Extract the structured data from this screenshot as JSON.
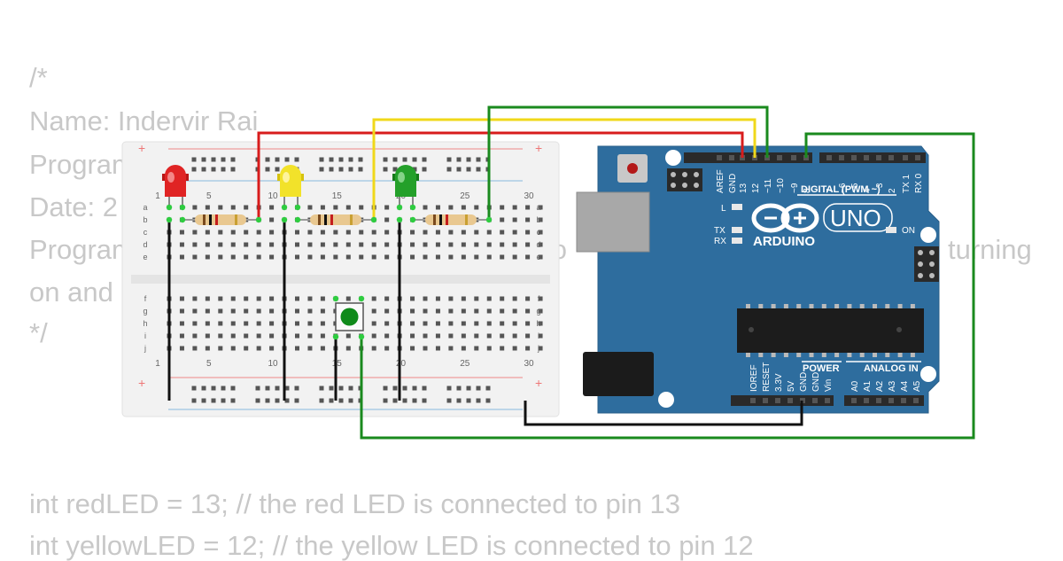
{
  "code_lines": [
    "/*",
    "Name: Indervir Rai",
    "Program",
    "Date: 2",
    "Program",
    "on and",
    "*/",
    "int redLED = 13; // the red LED is connected to pin 13",
    "int yellowLED = 12; // the yellow LED is connected to pin 12"
  ],
  "code_fragments": {
    "sho": "sho",
    "turning": "turning"
  },
  "breadboard": {
    "top_rows": [
      "a",
      "b",
      "c",
      "d",
      "e"
    ],
    "bottom_rows": [
      "f",
      "g",
      "h",
      "i",
      "j"
    ],
    "column_numbers": [
      "1",
      "5",
      "10",
      "15",
      "20",
      "25",
      "30"
    ]
  },
  "arduino": {
    "digital_label": "DIGITAL (PWM ~)",
    "top_pins": [
      "AREF",
      "GND",
      "13",
      "12",
      "~11",
      "~10",
      "~9",
      "8",
      "7",
      "~6",
      "~5",
      "4",
      "~3",
      "2",
      "TX 1",
      "RX 0"
    ],
    "logo_text": "ARDUINO",
    "uno_text": "UNO",
    "led_l": "L",
    "led_tx": "TX",
    "led_rx": "RX",
    "led_on": "ON",
    "power_label": "POWER",
    "analog_label": "ANALOG IN",
    "power_pins": [
      "IOREF",
      "RESET",
      "3.3V",
      "5V",
      "GND",
      "GND",
      "Vin"
    ],
    "analog_pins": [
      "A0",
      "A1",
      "A2",
      "A3",
      "A4",
      "A5"
    ]
  },
  "colors": {
    "board_blue": "#2e6d9e",
    "wire_red": "#d81c1c",
    "wire_yellow": "#f0d81a",
    "wire_green": "#1a8a1e",
    "wire_black": "#111111",
    "breadboard": "#f2f2f2"
  }
}
